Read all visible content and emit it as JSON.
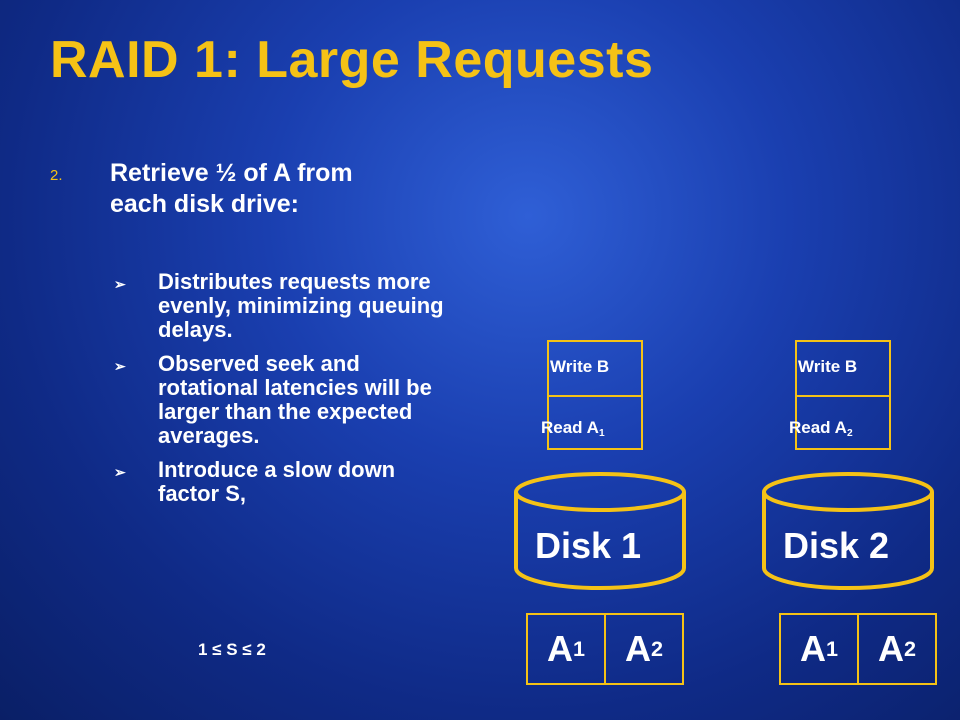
{
  "title": "RAID 1:  Large Requests",
  "main_point": {
    "number": "2.",
    "text": "Retrieve ½ of A from each disk drive:"
  },
  "sub_points": [
    "Distributes requests more evenly, minimizing queuing delays.",
    "Observed seek and rotational latencies will be larger than the expected averages.",
    "Introduce a slow down factor S,"
  ],
  "formula": "1 ≤ S ≤ 2",
  "disks": [
    {
      "name": "Disk 1",
      "write_label": "Write B",
      "read_label": "Read A",
      "read_sub": "1",
      "blocks": [
        {
          "main": "A",
          "sub": "1"
        },
        {
          "main": "A",
          "sub": "2"
        }
      ]
    },
    {
      "name": "Disk 2",
      "write_label": "Write B",
      "read_label": "Read A",
      "read_sub": "2",
      "blocks": [
        {
          "main": "A",
          "sub": "1"
        },
        {
          "main": "A",
          "sub": "2"
        }
      ]
    }
  ],
  "colors": {
    "accent": "#f5c216",
    "background": "#1a3fb0"
  }
}
